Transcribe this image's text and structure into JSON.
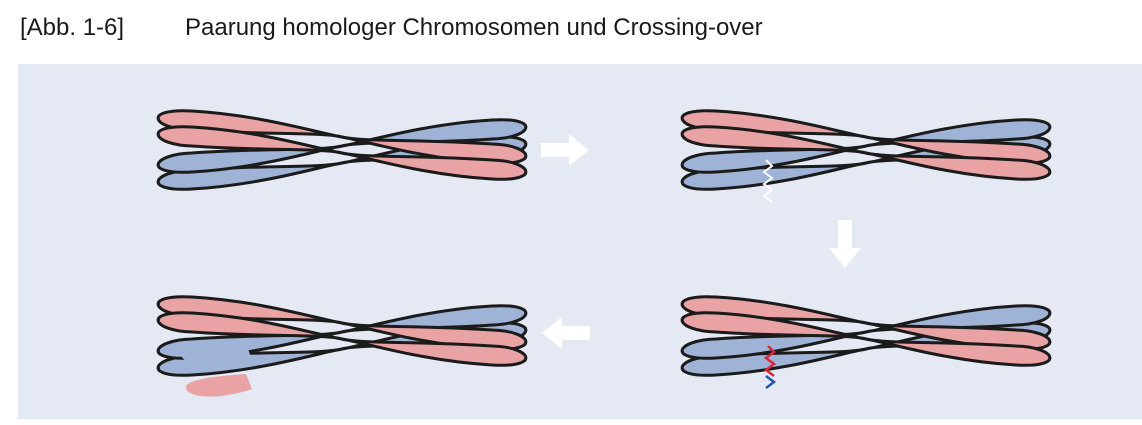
{
  "caption": {
    "figure_number": "[Abb. 1-6]",
    "title": "Paarung homologer Chromosomen und Crossing-over"
  },
  "colors": {
    "background_panel": "#e4e9f4",
    "maternal_chromatid": "#eaa3a4",
    "paternal_chromatid": "#9fb3d6",
    "outline": "#1b1b1b",
    "break_mark_red": "#d8283a",
    "break_mark_blue": "#2457a8",
    "arrow": "#ffffff"
  },
  "diagram": {
    "stages": [
      {
        "name": "paired-homologs",
        "description_shown": false
      },
      {
        "name": "chromatid-break",
        "description_shown": false
      },
      {
        "name": "reunion",
        "description_shown": false
      },
      {
        "name": "recombinant-chromatids",
        "description_shown": false
      }
    ],
    "arrows": [
      "right",
      "down",
      "left"
    ]
  }
}
